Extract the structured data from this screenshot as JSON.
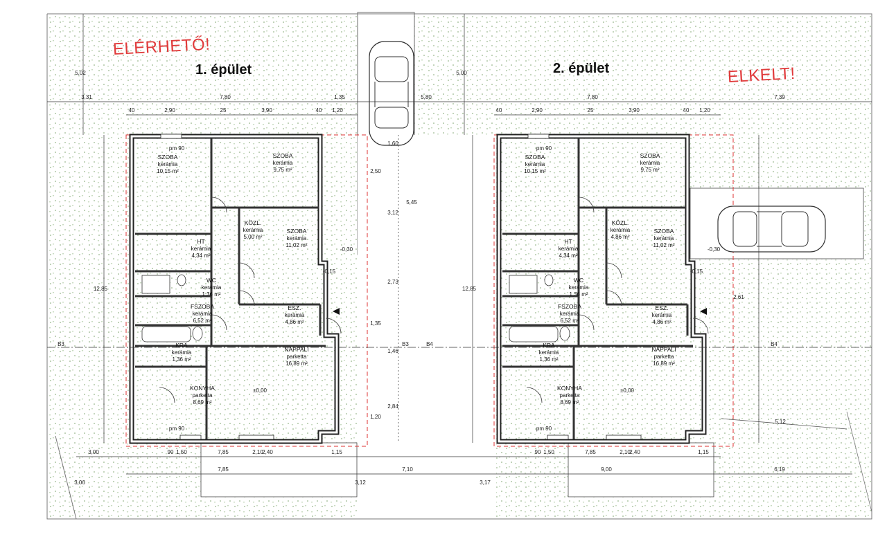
{
  "status_labels": {
    "available": "ELÉRHETŐ!",
    "sold": "ELKELT!",
    "available_color": "#e03b3b",
    "sold_color": "#e03b3b"
  },
  "buildings": [
    {
      "title": "1. épület",
      "rooms": [
        {
          "id": "szoba1",
          "name": "SZOBA",
          "material": "kerámia",
          "area": "10,15 m²"
        },
        {
          "id": "szoba2",
          "name": "SZOBA",
          "material": "kerámia",
          "area": "9,75 m²"
        },
        {
          "id": "kozl",
          "name": "KÖZL.",
          "material": "kerámia",
          "area": "5,00 m²"
        },
        {
          "id": "szoba3",
          "name": "SZOBA",
          "material": "kerámia",
          "area": "11,02 m²"
        },
        {
          "id": "ht",
          "name": "HT",
          "material": "kerámia",
          "area": "4,34 m²"
        },
        {
          "id": "wc",
          "name": "WC",
          "material": "kerámia",
          "area": "1,36 m²"
        },
        {
          "id": "fszoba",
          "name": "FSZOBA",
          "material": "kerámia",
          "area": "6,52 m²"
        },
        {
          "id": "esz",
          "name": "ESZ.",
          "material": "kerámia",
          "area": "4,86 m²"
        },
        {
          "id": "kra",
          "name": "KRA",
          "material": "kerámia",
          "area": "1,36 m²"
        },
        {
          "id": "nappali",
          "name": "NAPPALI",
          "material": "parketta",
          "area": "16,89 m²"
        },
        {
          "id": "konyha",
          "name": "KONYHA",
          "material": "parketta",
          "area": "8,69 m²"
        }
      ]
    },
    {
      "title": "2. épület",
      "rooms": [
        {
          "id": "szoba1",
          "name": "SZOBA",
          "material": "kerámia",
          "area": "10,15 m²"
        },
        {
          "id": "szoba2",
          "name": "SZOBA",
          "material": "kerámia",
          "area": "9,75 m²"
        },
        {
          "id": "kozl",
          "name": "KÖZL.",
          "material": "kerámia",
          "area": "4,86 m²"
        },
        {
          "id": "szoba3",
          "name": "SZOBA",
          "material": "kerámia",
          "area": "11,02 m²"
        },
        {
          "id": "ht",
          "name": "HT",
          "material": "kerámia",
          "area": "4,34 m²"
        },
        {
          "id": "wc",
          "name": "WC",
          "material": "kerámia",
          "area": "1,36 m²"
        },
        {
          "id": "fszoba",
          "name": "FSZOBA",
          "material": "kerámia",
          "area": "6,52 m²"
        },
        {
          "id": "esz",
          "name": "ESZ.",
          "material": "kerámia",
          "area": "4,86 m²"
        },
        {
          "id": "kra",
          "name": "KRA",
          "material": "kerámia",
          "area": "1,36 m²"
        },
        {
          "id": "nappali",
          "name": "NAPPALI",
          "material": "parketta",
          "area": "16,89 m²"
        },
        {
          "id": "konyha",
          "name": "KONYHA",
          "material": "parketta",
          "area": "8,69 m²"
        }
      ]
    }
  ],
  "dimensions": {
    "top_overall": [
      "3,31",
      "7,80",
      "1,35",
      "5,80",
      "7,80",
      "7,39"
    ],
    "top_segments_b1": [
      "40",
      "2,90",
      "25",
      "3,90",
      "40",
      "1,20"
    ],
    "top_segments_b2": [
      "40",
      "2,90",
      "25",
      "3,90",
      "40",
      "1,20"
    ],
    "setback_left": "5,02",
    "setback_right": "5,00",
    "bottom_b1": [
      "3,00",
      "90",
      "1,50",
      "7,85",
      "2,10",
      "2,40",
      "1,15"
    ],
    "bottom_b2": [
      "90",
      "1,50",
      "7,85",
      "2,10",
      "2,40",
      "1,15"
    ],
    "bottom_overall": [
      "7,85",
      "7,10",
      "9,00",
      "6,19"
    ],
    "bottom_depths": [
      "3,12",
      "3,17",
      "3,06"
    ],
    "depth_b1": "12,85",
    "depth_b2": "12,85",
    "section_labels": [
      "B3",
      "B3",
      "B4",
      "B4"
    ],
    "window_labels": [
      "pm 90",
      "1,20",
      "1,50"
    ],
    "levels": [
      "±0,00",
      "-0,15",
      "-0,30"
    ],
    "gap_marks": [
      "1,60",
      "2,50",
      "3,12",
      "5,45",
      "2,73",
      "1,35",
      "1,46",
      "2,84",
      "1,20"
    ],
    "extra_marks": [
      "5,12",
      "2,61"
    ]
  }
}
